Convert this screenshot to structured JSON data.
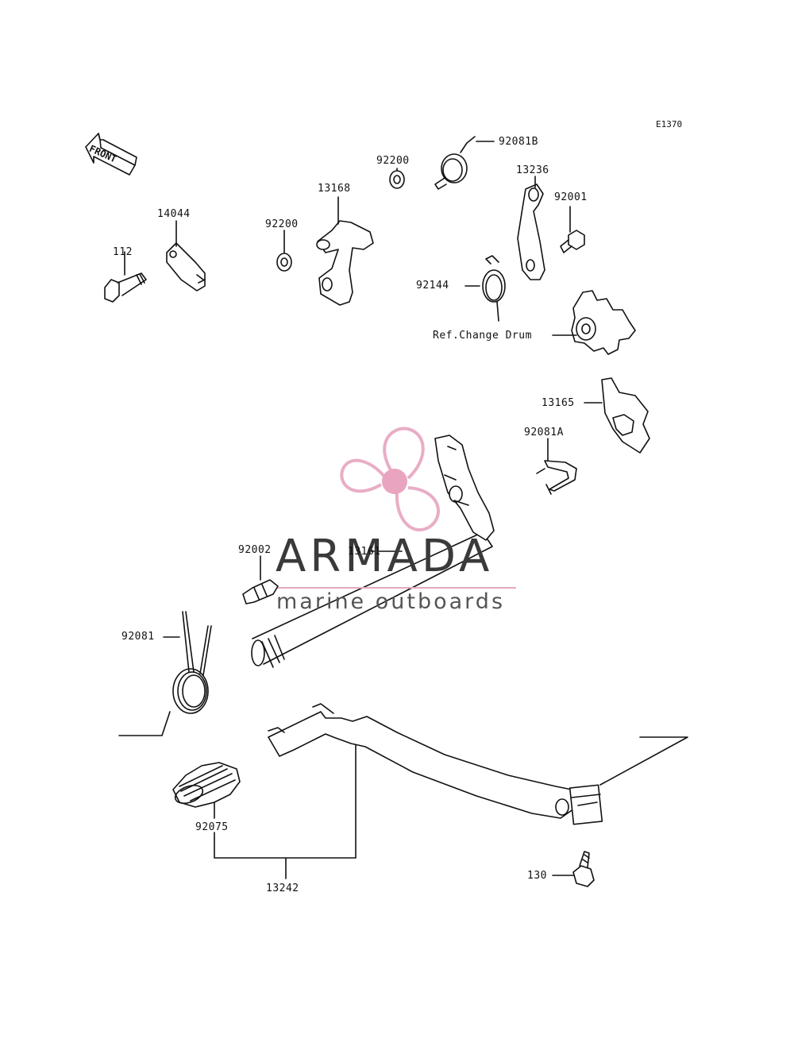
{
  "diagram_code": "E1370",
  "front_label": "FRONT",
  "watermark": {
    "title": "ARMADA",
    "subtitle": "marine outboards",
    "logo_color": "#e8a9c3",
    "logo_center_color": "#e8a0bd"
  },
  "parts": {
    "p112": "112",
    "p14044": "14044",
    "p92200_left": "92200",
    "p13168": "13168",
    "p92200_top": "92200",
    "p92081B": "92081B",
    "p13236": "13236",
    "p92001": "92001",
    "p92144": "92144",
    "ref_change_drum": "Ref.Change Drum",
    "p13165": "13165",
    "p92081A": "92081A",
    "p92002": "92002",
    "p13161": "13161",
    "p92081": "92081",
    "p92075": "92075",
    "p13242": "13242",
    "p130": "130"
  }
}
